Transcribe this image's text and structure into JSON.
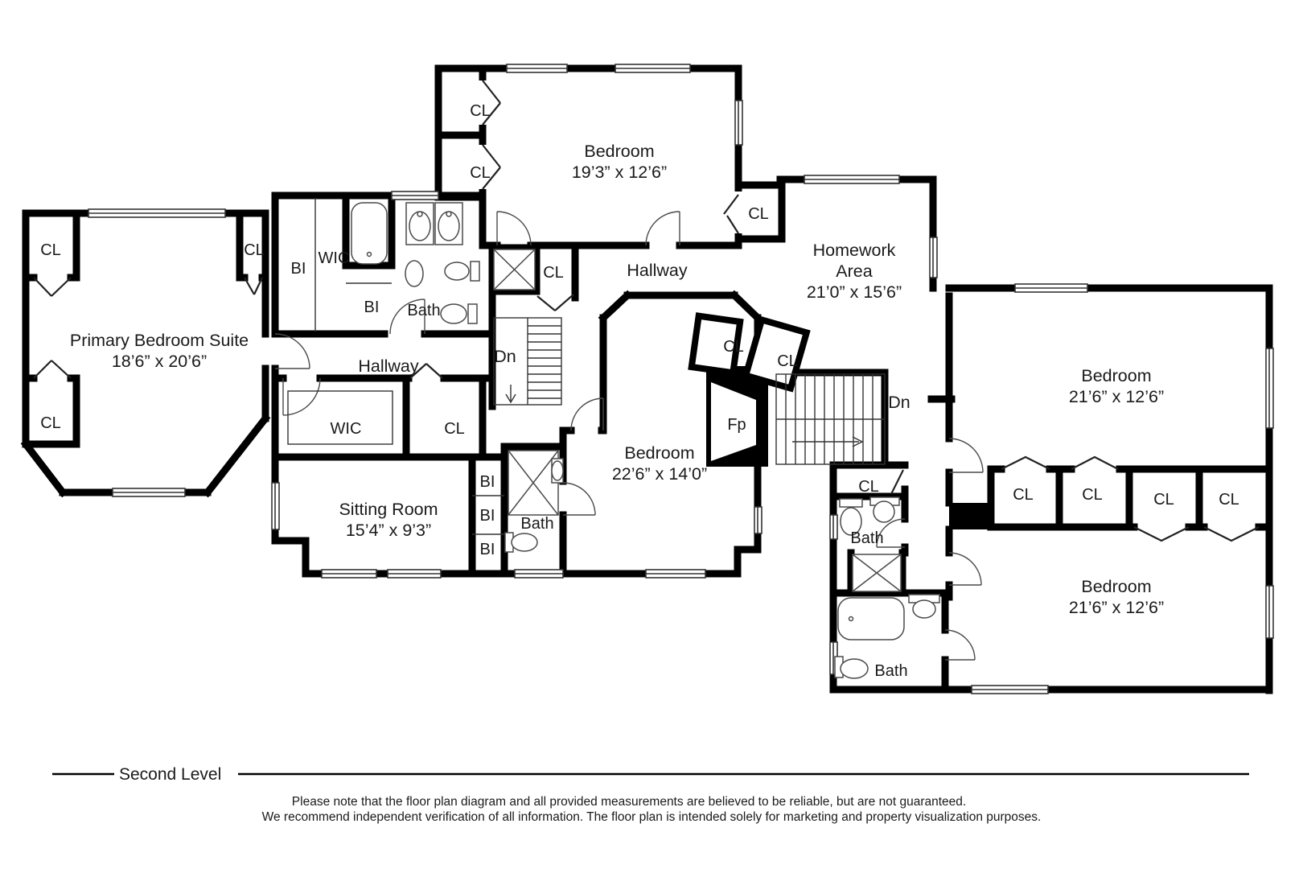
{
  "plan": {
    "level_title": "Second Level",
    "disclaimer_line1": "Please note that the floor plan diagram and all provided measurements are believed to be reliable, but are not guaranteed.",
    "disclaimer_line2": "We recommend independent verification of all information. The floor plan is intended solely for marketing and property visualization purposes."
  },
  "rooms": {
    "primary_suite": {
      "name": "Primary Bedroom Suite",
      "dims": "18’6” x 20’6”"
    },
    "bedroom_top": {
      "name": "Bedroom",
      "dims": "19’3” x 12’6”"
    },
    "homework_area": {
      "name_lines": [
        "Homework",
        "Area"
      ],
      "dims": "21’0” x 15’6”"
    },
    "bedroom_middle": {
      "name": "Bedroom",
      "dims": "22’6” x 14’0”"
    },
    "bedroom_right_top": {
      "name": "Bedroom",
      "dims": "21’6” x 12’6”"
    },
    "bedroom_right_bottom": {
      "name": "Bedroom",
      "dims": "21’6” x 12’6”"
    },
    "sitting_room": {
      "name": "Sitting Room",
      "dims": "15’4” x 9’3”"
    }
  },
  "labels": {
    "closet": "CL",
    "built_in": "BI",
    "walk_in_closet": "WIC",
    "bath": "Bath",
    "hallway": "Hallway",
    "stairs_down": "Dn",
    "fireplace": "Fp"
  },
  "colors": {
    "wall": "#000000",
    "background": "#ffffff",
    "fixture_line": "#4a4a4a",
    "text": "#1a1a1a"
  }
}
